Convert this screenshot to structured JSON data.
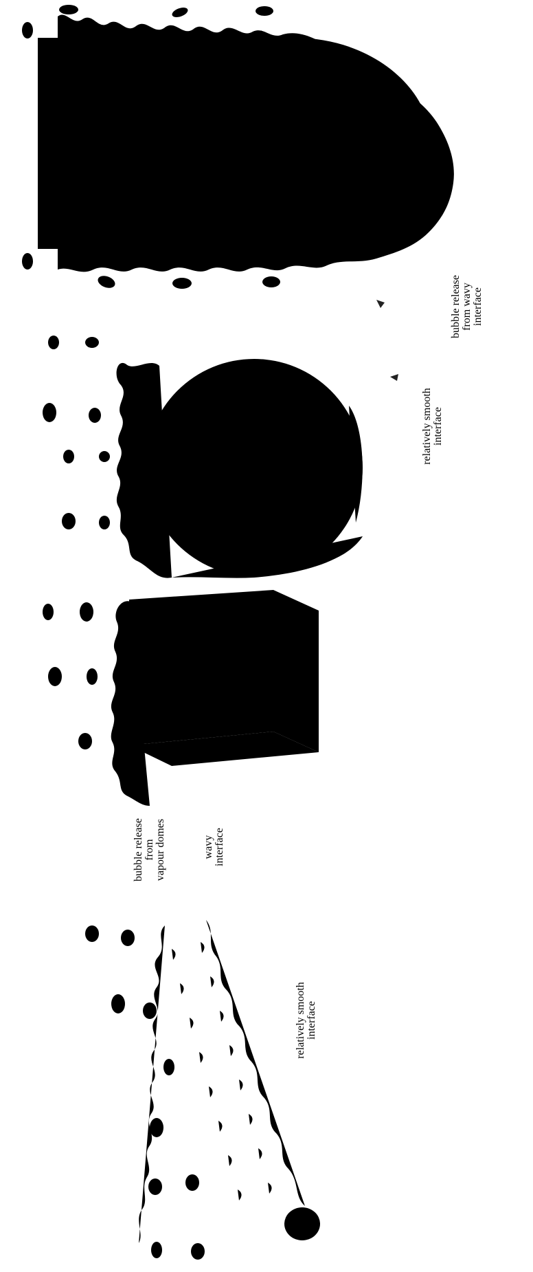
{
  "labels": {
    "bubble_release_domes": [
      "bubble release",
      "from",
      "vapour domes"
    ],
    "wavy_interface": [
      "wavy",
      "interface"
    ],
    "smooth_interface_left": [
      "relatively smooth",
      "interface"
    ],
    "bubble_release_wavy": [
      "bubble release",
      "from wavy",
      "interface"
    ],
    "smooth_interface_right": [
      "relatively smooth",
      "interface"
    ]
  }
}
